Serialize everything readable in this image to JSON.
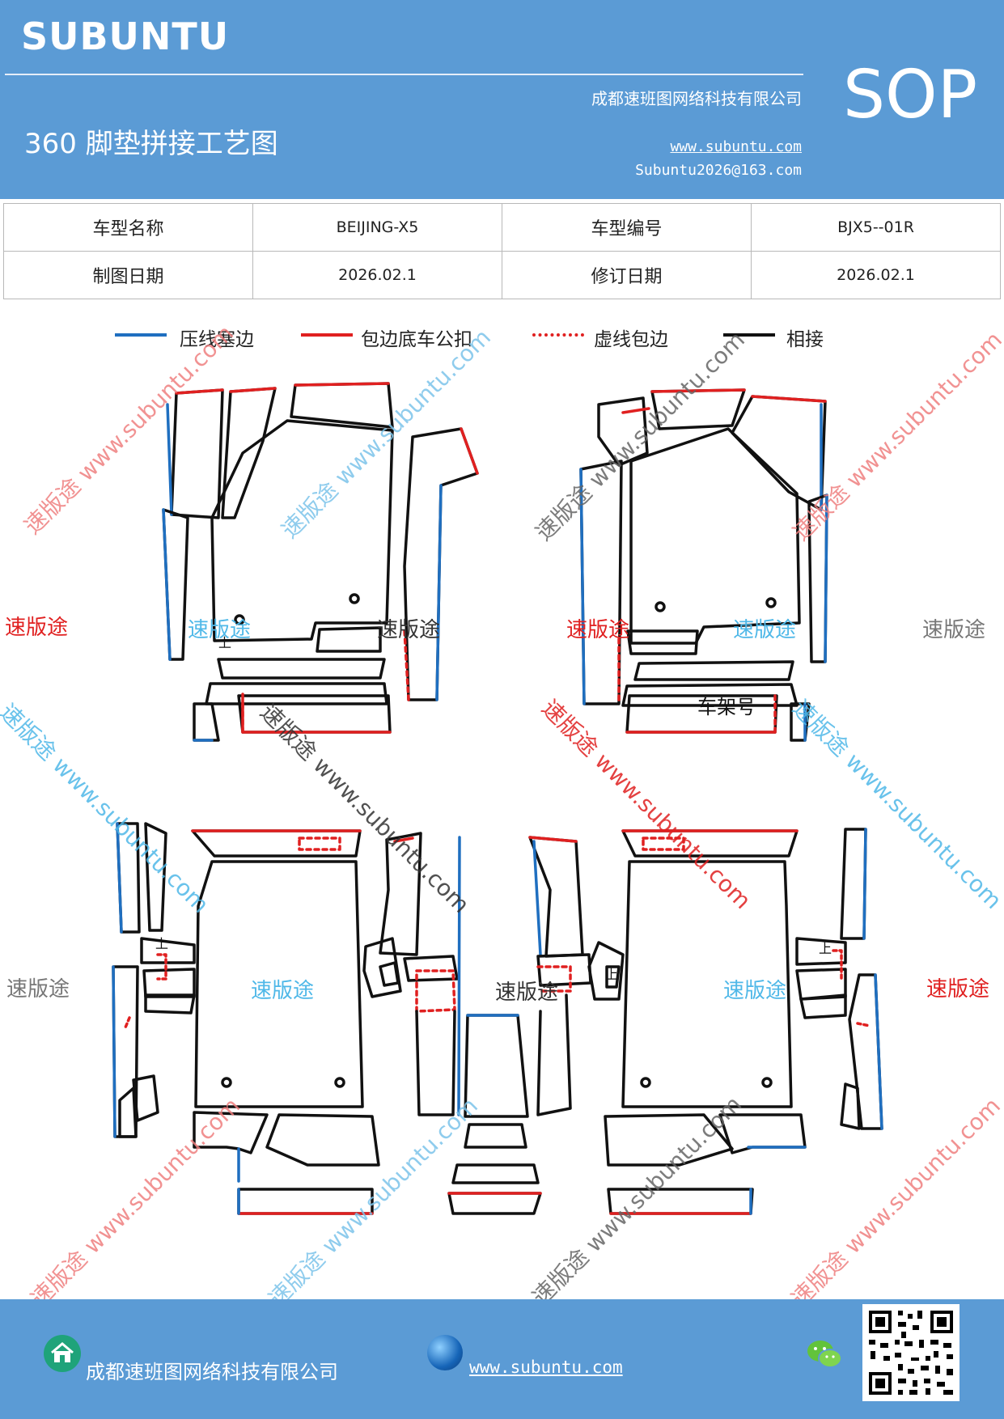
{
  "header": {
    "brand": "SUBUNTU",
    "title": "360 脚垫拼接工艺图",
    "company": "成都速班图网络科技有限公司",
    "website": "www.subuntu.com",
    "email": "Subuntu2026@163.com",
    "badge": "SOP"
  },
  "info_table": {
    "rows": [
      {
        "label1": "车型名称",
        "value1": "BEIJING-X5",
        "label2": "车型编号",
        "value2": "BJX5--01R"
      },
      {
        "label1": "制图日期",
        "value1": "2026.02.1",
        "label2": "修订日期",
        "value2": "2026.02.1"
      }
    ]
  },
  "legend": [
    {
      "label": "压线塞边",
      "color": "#1f6fc0",
      "style": "solid"
    },
    {
      "label": "包边底车公扣",
      "color": "#e02020",
      "style": "solid"
    },
    {
      "label": "虚线包边",
      "color": "#e02020",
      "style": "dotted"
    },
    {
      "label": "相接",
      "color": "#111111",
      "style": "solid"
    }
  ],
  "diagram": {
    "frame_label": "车架号",
    "clip_labels": [
      "上",
      "上",
      "上",
      "上"
    ]
  },
  "watermarks": {
    "word": "速版途",
    "diagonal": "速版途 www.subuntu.com"
  },
  "footer": {
    "company": "成都速班图网络科技有限公司",
    "website": "www.subuntu.com",
    "icons": [
      "home-icon",
      "globe-icon",
      "wechat-icon",
      "qr-code"
    ]
  },
  "colors": {
    "header_bg": "#5b9bd5",
    "blue_line": "#1f6fc0",
    "red_line": "#e02020",
    "black_line": "#111111"
  }
}
